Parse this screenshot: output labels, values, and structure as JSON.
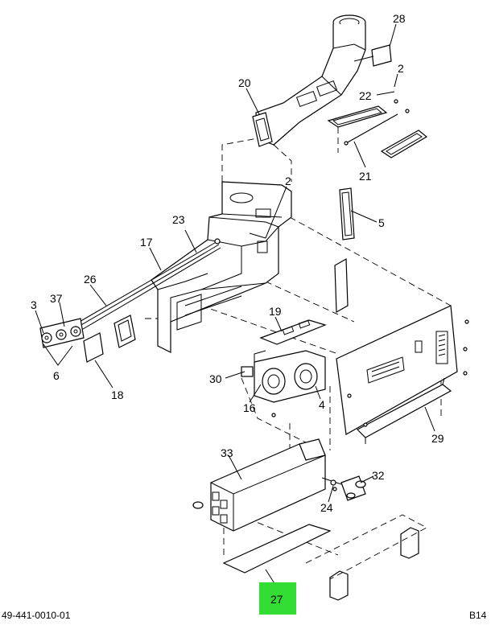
{
  "callouts": {
    "c28": "28",
    "c2a": "2",
    "c20": "20",
    "c22": "22",
    "c21": "21",
    "c2b": "2",
    "c23": "23",
    "c5": "5",
    "c17": "17",
    "c26": "26",
    "c3": "3",
    "c37": "37",
    "c19": "19",
    "c6": "6",
    "c18": "18",
    "c30": "30",
    "c16": "16",
    "c4": "4",
    "c29": "29",
    "c33": "33",
    "c32": "32",
    "c24": "24",
    "c27": "27"
  },
  "highlight_color": "#33dd33",
  "footer": {
    "drawing_number": "49-441-0010-01",
    "sheet": "B14"
  }
}
